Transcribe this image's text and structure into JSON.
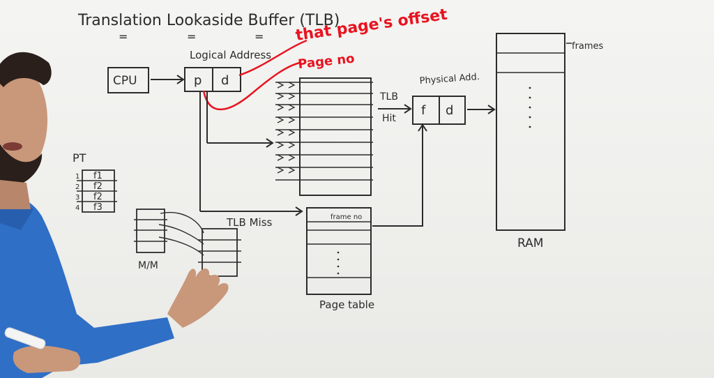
{
  "title": "Translation Lookaside Buffer (TLB)",
  "labels": {
    "cpu": "CPU",
    "logical_address": "Logical Address",
    "p": "p",
    "d": "d",
    "page_offset_note": "that page's offset",
    "page_no_note": "Page no",
    "physical_address": "Physical Add.",
    "f": "f",
    "d2": "d",
    "tlb": "TLB",
    "hit": "Hit",
    "tlb_miss": "TLB Miss",
    "frame_no": "frame no",
    "page_table": "Page table",
    "ram": "RAM",
    "frames": "frames",
    "pt": "PT",
    "mm": "M/M"
  },
  "pt_rows": [
    {
      "num": "1",
      "val": "f1"
    },
    {
      "num": "2",
      "val": "f2"
    },
    {
      "num": "3",
      "val": "f2"
    },
    {
      "num": "4",
      "val": "f3"
    }
  ],
  "colors": {
    "ink": "#2b2b2b",
    "marker_red": "#e8131f",
    "board": "#f0f0ee",
    "shirt": "#2f6fc6"
  }
}
